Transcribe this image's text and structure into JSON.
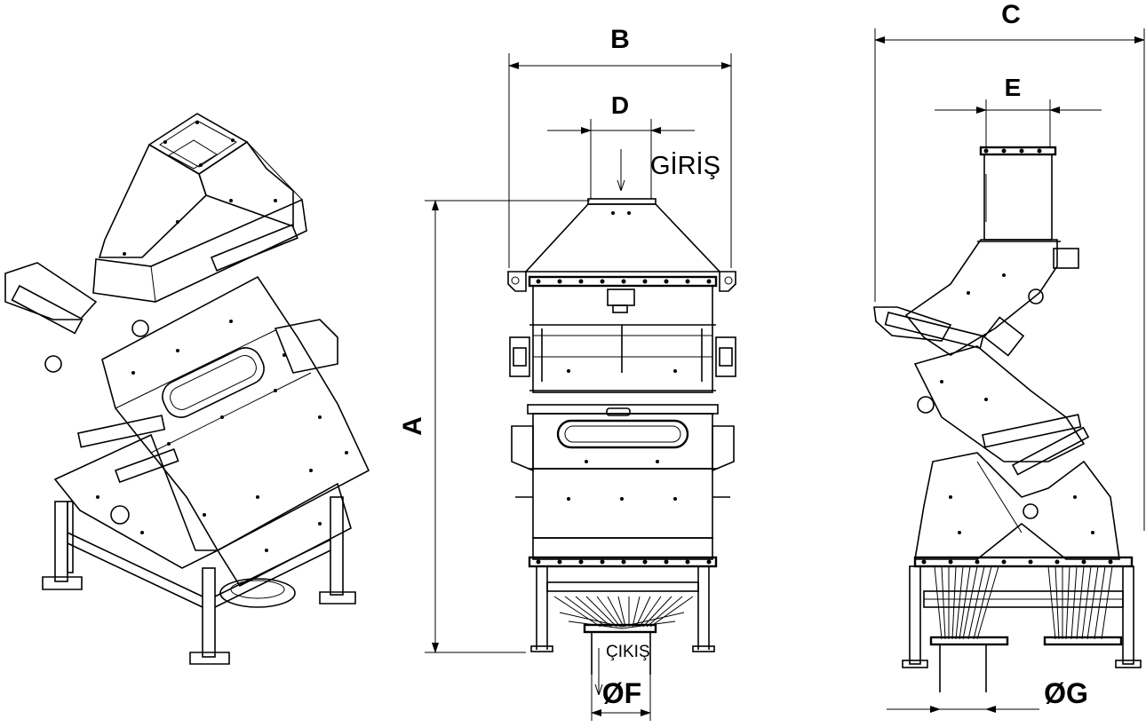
{
  "labels": {
    "dim_a": "A",
    "dim_b": "B",
    "dim_c": "C",
    "dim_d": "D",
    "dim_e": "E",
    "dim_f": "ØF",
    "dim_g": "ØG",
    "inlet": "GİRİŞ",
    "outlet": "ÇIKIŞ"
  }
}
